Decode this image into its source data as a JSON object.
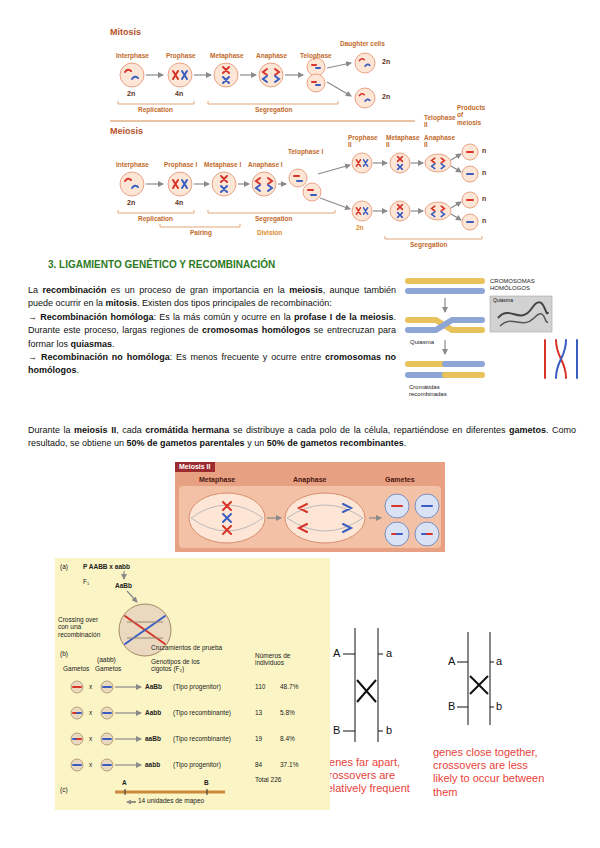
{
  "diagram": {
    "nodes": [
      {
        "text": [
          "Meiosis II",
          "Metaphase",
          "Anaphase",
          "Gametes"
        ]
      },
      {
        "text": [
          "(a)",
          "P AABB x aabb",
          "F₁",
          "AaBb",
          "Crossing over con una recombinación",
          "(b)",
          "Cruzamientos de prueba",
          "(aabb)",
          "Gametos",
          "Gametos",
          "Genotipos de los cigotos (F₂)",
          "Números de individuos",
          "x",
          "AaBb",
          "(Tipo progenitor)",
          "110",
          "48.7%",
          "x",
          "Aabb",
          "(Tipo recombinante)",
          "13",
          "5.8%",
          "x",
          "aaBb",
          "(Tipo recombinante)",
          "19",
          "8.4%",
          "x",
          "aabb",
          "(Tipo progenitor)",
          "84",
          "37.1%",
          "Total 226",
          "(c)",
          "A",
          "B",
          "14 unidades de mapeo"
        ]
      }
    ],
    "labels": [
      "Mitosis",
      "Interphase",
      "Prophase",
      "Metaphase",
      "Anaphase",
      "Telophase",
      "Daughter cells",
      "2n",
      "4n",
      "Replication",
      "Segregation",
      "2n",
      "2n",
      "Meiosis",
      "Interphase",
      "Prophase I",
      "Metaphase I",
      "Anaphase I",
      "Telophase I",
      "Prophase II",
      "Metaphase II",
      "Anaphase II",
      "Telophase II",
      "Products of meiosis",
      "2n",
      "4n",
      "Replication",
      "Pairing",
      "Segregation",
      "Division",
      "2n",
      "Segregation",
      "n",
      "n",
      "n",
      "n",
      "3. LIGAMIENTO GENÉTICO Y RECOMBINACIÓN",
      "La ",
      "recombinación",
      " es un proceso de gran importancia en la ",
      "meiosis",
      ", aunque también puede ocurrir en la ",
      "mitosis",
      ". Existen dos tipos principales de recombinación:",
      "→ ",
      "Recombinación homóloga",
      ": Es la más común y ocurre en la ",
      "profase I de la meiosis",
      ". Durante este proceso, largas regiones de ",
      "cromosomas homólogos",
      " se entrecruzan para formar los ",
      "quiasmas",
      ".",
      "→ ",
      "Recombinación no homóloga",
      ": Es menos frecuente y ocurre entre ",
      "cromosomas no homólogos",
      ".",
      "Durante la ",
      "meiosis II",
      ", cada ",
      "cromátida hermana",
      " se distribuye a cada polo de la célula, repartiéndose en diferentes ",
      "gametos",
      ". Como resultado, se obtiene un ",
      "50% de gametos parentales",
      " y un ",
      "50% de gametos recombinantes",
      ".",
      "CROMOSOMAS HOMÓLOGOS",
      "Quiasma",
      "Quiasma",
      "Cromátidas recombinadas",
      "A",
      "a",
      "B",
      "b",
      "genes far apart, crossovers are relatively frequent",
      "A",
      "a",
      "B",
      "b",
      "genes close together, crossovers are less likely to occur between them"
    ]
  }
}
